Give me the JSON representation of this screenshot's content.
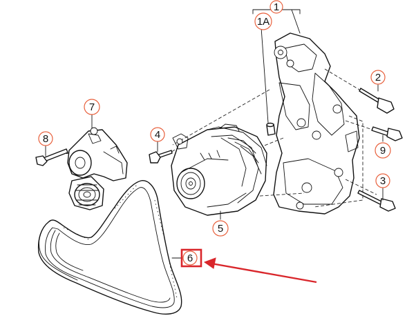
{
  "callouts": [
    {
      "id": "1",
      "label": "1"
    },
    {
      "id": "1A",
      "label": "1A"
    },
    {
      "id": "2",
      "label": "2"
    },
    {
      "id": "3",
      "label": "3"
    },
    {
      "id": "4",
      "label": "4"
    },
    {
      "id": "5",
      "label": "5"
    },
    {
      "id": "6",
      "label": "6"
    },
    {
      "id": "7",
      "label": "7"
    },
    {
      "id": "8",
      "label": "8"
    },
    {
      "id": "9",
      "label": "9"
    }
  ],
  "colors": {
    "callout_circle": "#e8603c",
    "highlight": "#d9262b",
    "line": "#111111"
  }
}
